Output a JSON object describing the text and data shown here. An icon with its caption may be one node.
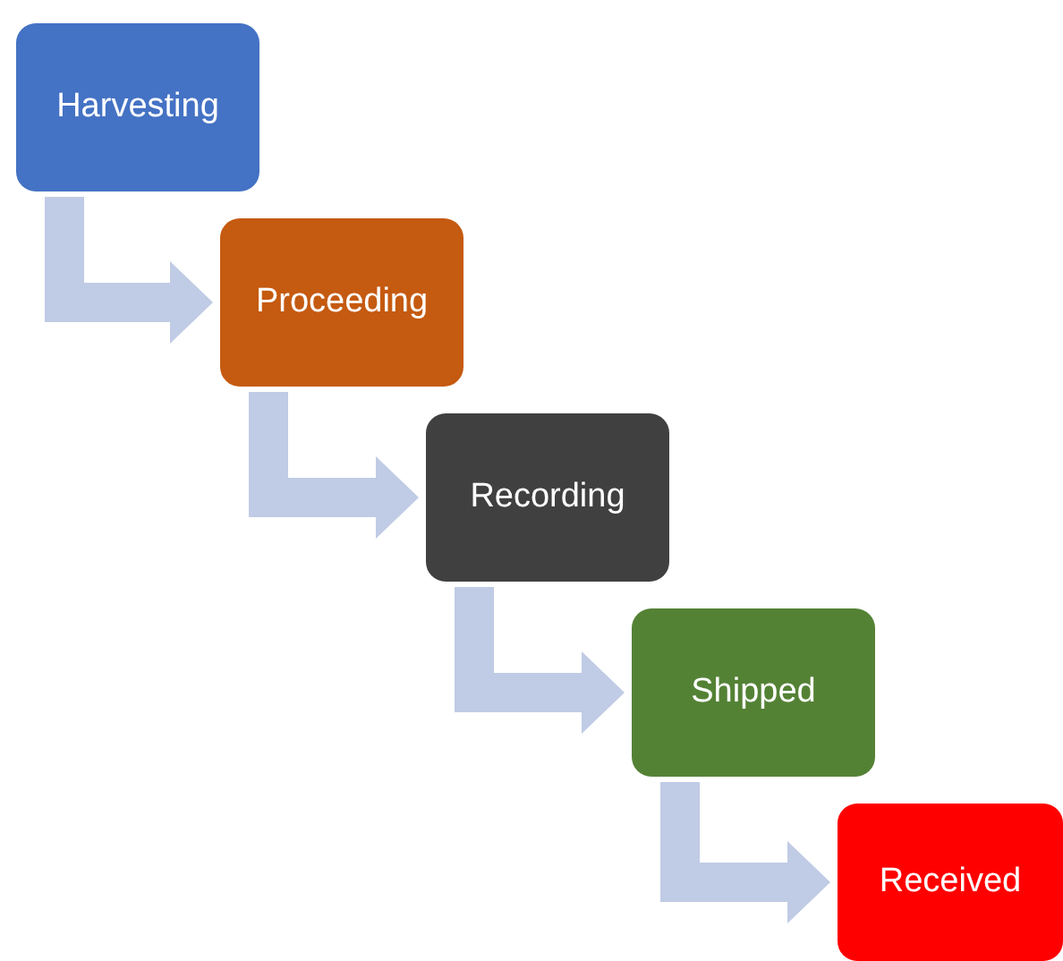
{
  "diagram": {
    "nodes": [
      {
        "text": [
          "Harvesting"
        ]
      },
      {
        "text": [
          "Proceeding"
        ]
      },
      {
        "text": [
          "Recording"
        ]
      },
      {
        "text": [
          "Shipped"
        ]
      },
      {
        "text": [
          "Received"
        ]
      }
    ],
    "edges": [
      {
        "from": 0,
        "to": 1,
        "arrow": "to"
      },
      {
        "from": 1,
        "to": 2,
        "arrow": "to"
      },
      {
        "from": 2,
        "to": 3,
        "arrow": "to"
      },
      {
        "from": 3,
        "to": 4,
        "arrow": "to"
      }
    ]
  }
}
